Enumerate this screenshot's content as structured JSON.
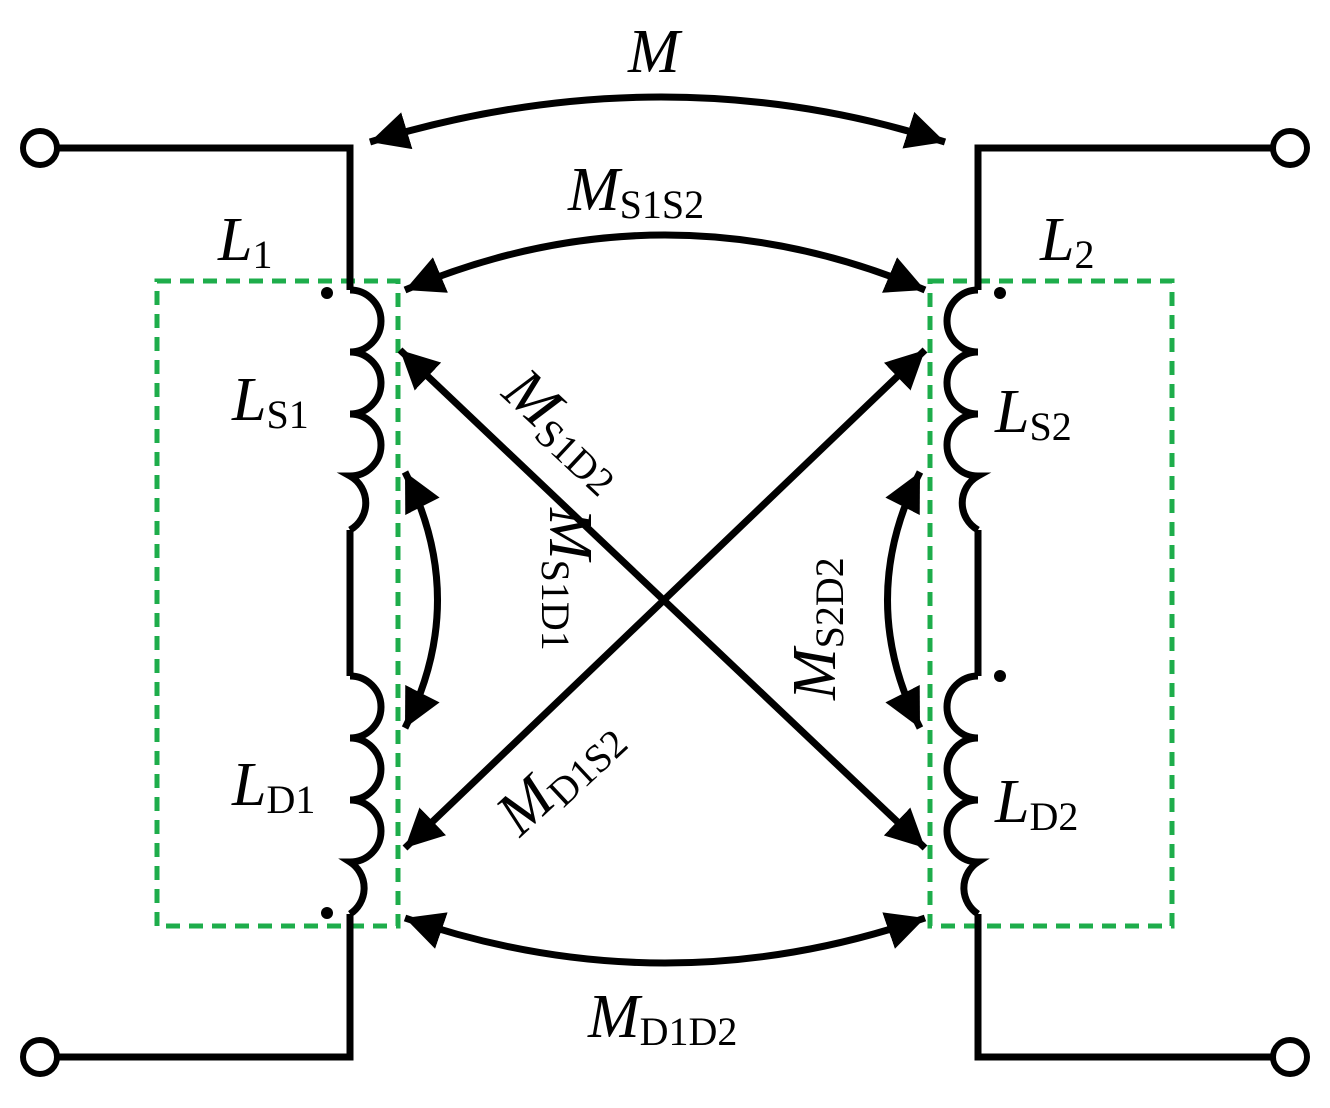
{
  "colors": {
    "wire": "#000000",
    "box": "#1ead4b"
  },
  "labels": {
    "M": {
      "main": "M",
      "sub": ""
    },
    "MS1S2": {
      "main": "M",
      "sub": "S1S2"
    },
    "L1": {
      "main": "L",
      "sub": "1"
    },
    "L2": {
      "main": "L",
      "sub": "2"
    },
    "LS1": {
      "main": "L",
      "sub": "S1"
    },
    "LS2": {
      "main": "L",
      "sub": "S2"
    },
    "LD1": {
      "main": "L",
      "sub": "D1"
    },
    "LD2": {
      "main": "L",
      "sub": "D2"
    },
    "MS1D2": {
      "main": "M",
      "sub": "S1D2"
    },
    "MS1D1": {
      "main": "M",
      "sub": "S1D1"
    },
    "MS2D2": {
      "main": "M",
      "sub": "S2D2"
    },
    "MD1S2": {
      "main": "M",
      "sub": "D1S2"
    },
    "MD1D2": {
      "main": "M",
      "sub": "D1D2"
    }
  }
}
